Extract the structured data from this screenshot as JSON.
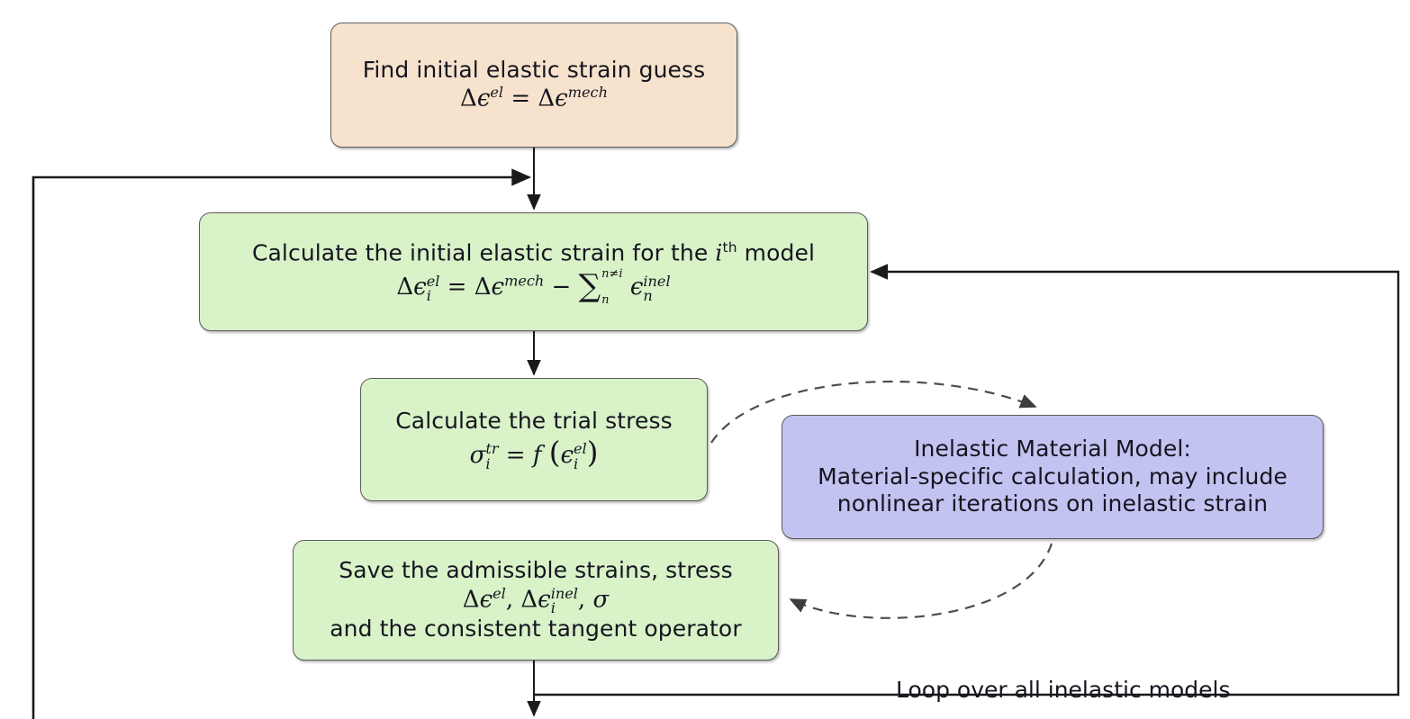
{
  "diagram": {
    "title": "Inelastic material model return-mapping flowchart",
    "colors": {
      "orange_fill": "#f7e3cd",
      "green_fill": "#d9f2c8",
      "purple_fill": "#c3c3f2",
      "border": "#5c5c5c",
      "wire": "#1a1a1a",
      "dashed_wire": "#4d4d4d",
      "text": "#15151f"
    },
    "nodes": [
      {
        "id": "initial-guess",
        "fill": "#f7e3cd",
        "lines": [
          "Find initial elastic strain guess",
          "Δϵ^{el} = Δϵ^{mech}"
        ]
      },
      {
        "id": "initial-elastic-strain",
        "fill": "#d9f2c8",
        "lines": [
          "Calculate the initial elastic strain for the i^{th} model",
          "Δϵ_i^{el} = Δϵ^{mech} − Σ_n^{n≠i} ϵ_n^{inel}"
        ]
      },
      {
        "id": "trial-stress",
        "fill": "#d9f2c8",
        "lines": [
          "Calculate the trial stress",
          "σ_i^{tr} = f ( ϵ_i^{el} )"
        ]
      },
      {
        "id": "save-strains",
        "fill": "#d9f2c8",
        "lines": [
          "Save the admissible strains, stress",
          "Δϵ^{el}, Δϵ_i^{inel}, σ",
          "and the consistent tangent operator"
        ]
      },
      {
        "id": "inelastic-model",
        "fill": "#c3c3f2",
        "lines": [
          "Inelastic Material Model:",
          "Material-specific calculation, may include",
          "nonlinear iterations on inelastic strain"
        ]
      }
    ],
    "labels": {
      "loop_over_models": "Loop over all inelastic models"
    },
    "text": {
      "initial_guess_line1": "Find initial elastic strain guess",
      "initial_elastic_line1_a": "Calculate the initial elastic strain for the ",
      "initial_elastic_line1_i": "i",
      "initial_elastic_line1_th": "th",
      "initial_elastic_line1_b": " model",
      "trial_stress_line1": "Calculate the trial stress",
      "save_line1": "Save the admissible strains, stress",
      "save_line3": "and the consistent tangent operator",
      "inelastic_line1": "Inelastic Material Model:",
      "inelastic_line2": "Material-specific calculation, may include",
      "inelastic_line3": "nonlinear iterations on inelastic strain"
    }
  }
}
